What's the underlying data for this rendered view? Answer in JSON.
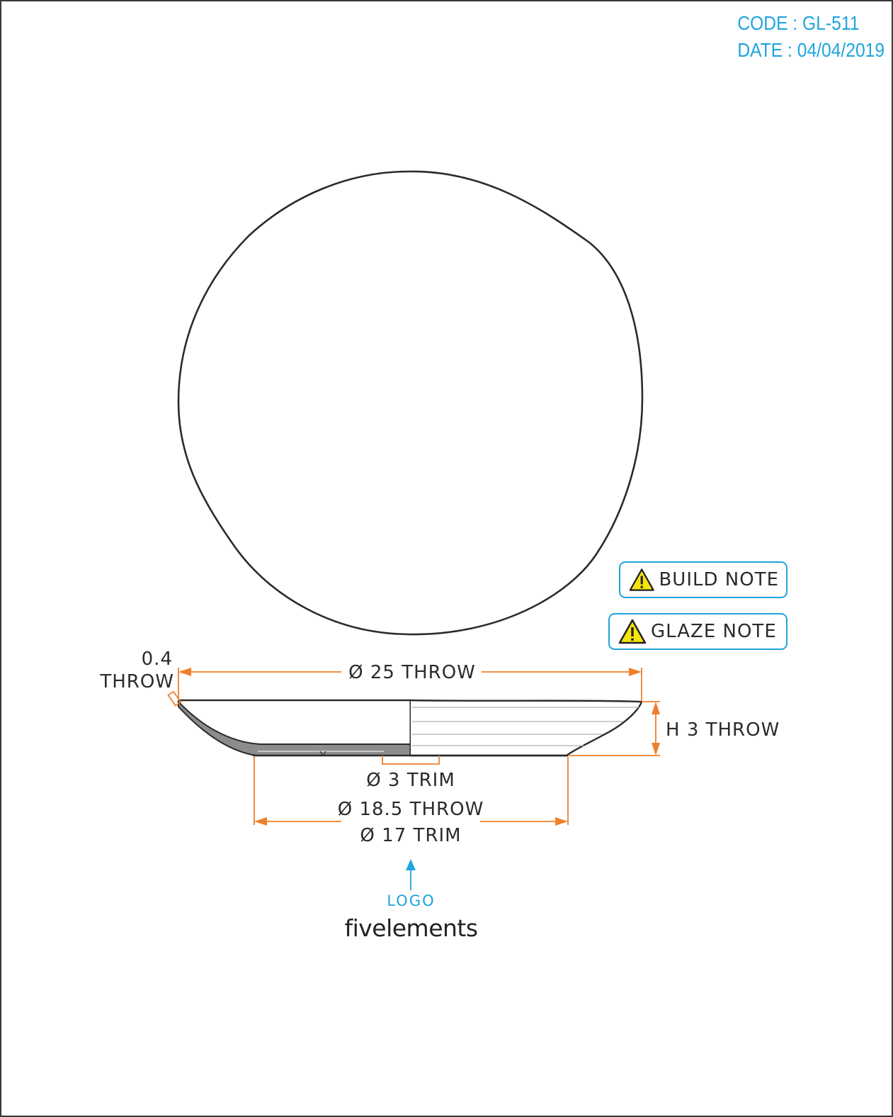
{
  "header": {
    "code": "CODE : GL-511",
    "date": "DATE : 04/04/2019"
  },
  "dimensions": {
    "rim_thickness_value": "0.4",
    "rim_thickness_method": "THROW",
    "top_diameter": "Ø 25 THROW",
    "height": "H 3 THROW",
    "foot_trim": "Ø 3 TRIM",
    "base_throw": "Ø 18.5 THROW",
    "base_trim": "Ø 17 TRIM"
  },
  "notes": {
    "build": "BUILD NOTE",
    "glaze": "GLAZE NOTE",
    "warning_icon": "warning-triangle-icon"
  },
  "logo": {
    "label": "LOGO",
    "brand": "fivelements"
  },
  "colors": {
    "accent_blue": "#1ea5dc",
    "dimension_orange": "#f07f2a",
    "line_dark": "#2b2b2b",
    "section_fill": "#8c8c8c",
    "warning_yellow": "#f5e50a"
  }
}
